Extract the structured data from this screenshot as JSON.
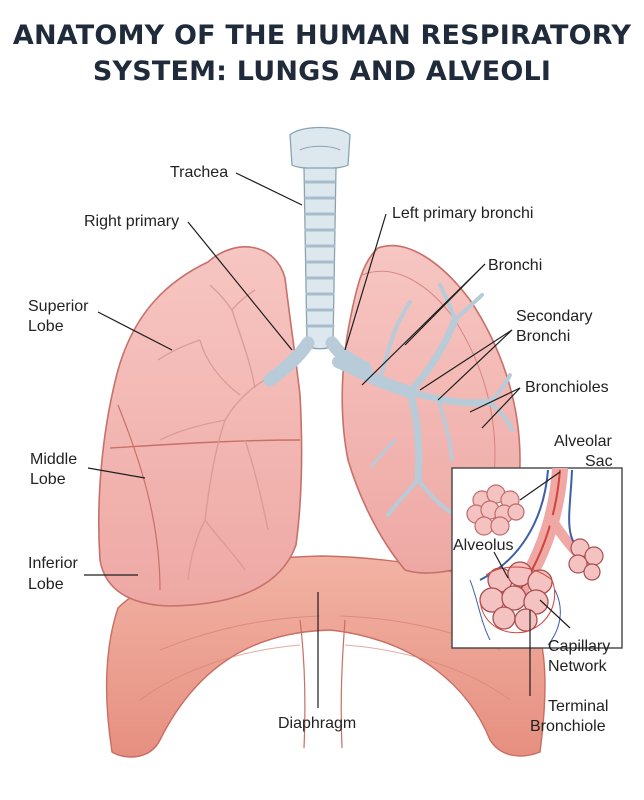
{
  "title": {
    "line1": "ANATOMY OF THE HUMAN RESPIRATORY",
    "line2": "SYSTEM: LUNGS AND ALVEOLI"
  },
  "labels": {
    "trachea": "Trachea",
    "right_primary": "Right primary",
    "left_primary_bronchi": "Left primary bronchi",
    "bronchi": "Bronchi",
    "superior_lobe_1": "Superior",
    "superior_lobe_2": "Lobe",
    "secondary_bronchi_1": "Secondary",
    "secondary_bronchi_2": "Bronchi",
    "bronchioles": "Bronchioles",
    "middle_lobe_1": "Middle",
    "middle_lobe_2": "Lobe",
    "alveolar_sac_1": "Alveolar",
    "alveolar_sac_2": "Sac",
    "alveolus": "Alveolus",
    "inferior_lobe_1": "Inferior",
    "inferior_lobe_2": "Lobe",
    "capillary_network_1": "Capillary",
    "capillary_network_2": "Network",
    "diaphragm": "Diaphragm",
    "terminal_bronchiole_1": "Terminal",
    "terminal_bronchiole_2": "Bronchiole"
  },
  "colors": {
    "title": "#1f2b3a",
    "lung_fill": "#f3b8b5",
    "lung_outline": "#c8706a",
    "airway": "#d9e6ee",
    "airway_outline": "#8aa3b3",
    "diaphragm": "#ea9c8c",
    "artery_red": "#d2423c",
    "vein_blue": "#3d5fa8"
  }
}
